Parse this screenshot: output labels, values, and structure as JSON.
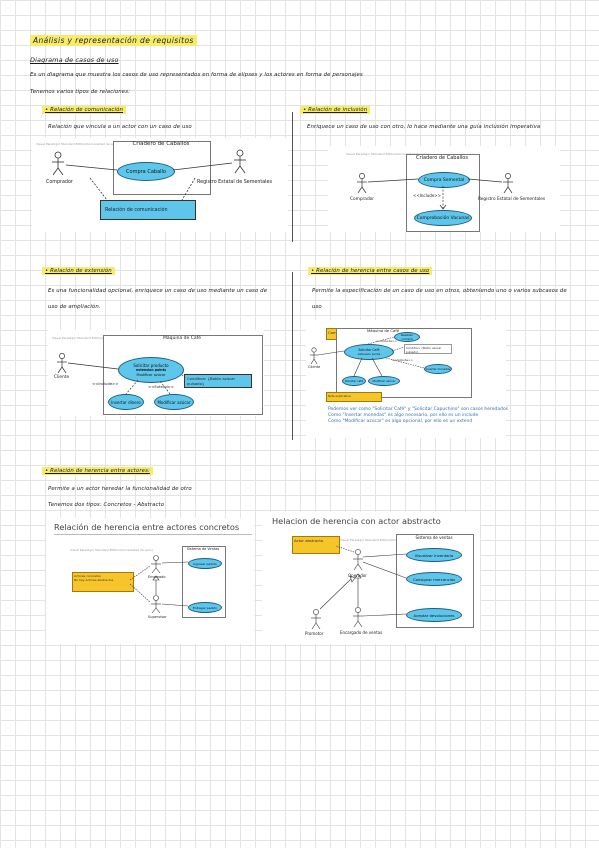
{
  "header": {
    "title": "Análisis y representación de requisitos",
    "subtitle": "Diagrama de casos de uso",
    "intro": "Es un diagrama que muestra los casos de uso representados en forma de elipses y los actores en forma de personajes",
    "relations_intro": "Tenemos varios tipos de relaciones:"
  },
  "sections": {
    "comunicacion": {
      "heading": "• Relación de comunicación",
      "text": "Relación que vincula a un actor con un caso de uso"
    },
    "inclusion": {
      "heading": "• Relación de inclusión",
      "text": "Enriquece un caso de uso con otro, lo hace mediante una guía inclusión imperativa"
    },
    "extension": {
      "heading": "• Relación de extensión",
      "text1": "Es una funcionalidad opcional, enriquece un caso de uso mediante un caso de",
      "text2": "uso de ampliación."
    },
    "herencia_casos": {
      "heading": "• Relación de herencia entre casos de uso",
      "text1": "Permite la especificación de un caso de uso en otros, obteniendo uno o varios subcasos de",
      "text2": "uso"
    },
    "herencia_actores": {
      "heading": "• Relación de herencia entre actores:",
      "text1": "Permite a un actor heredar la funcionalidad de otro",
      "text2": "Tenemos dos tipos: Concretos - Abstracto"
    }
  },
  "diagram1": {
    "watermark": "Visual Paradigm Standard Edition(Universidad de León)",
    "system": "Criadero de Caballos",
    "usecase": "Compra Caballo",
    "actor_left": "Comprador",
    "actor_right": "Registro Estatal de Sementales",
    "note": "Relación de comunicación"
  },
  "diagram2": {
    "watermark": "Visual Paradigm Standard Edition(Universidad de León)",
    "system": "Criadero de Caballos",
    "usecase1": "Compra Semental",
    "stereotype": "<<Include>>",
    "usecase2": "Comprobación Vacunas",
    "actor_left": "Comprador",
    "actor_right": "Registro Estatal de Sementales"
  },
  "diagram3": {
    "watermark": "Visual Paradigm Standard Edition(Universidad de León)",
    "system": "Máquina de Café",
    "usecase_main": "Solicitar producto",
    "ext_points": "extension points",
    "ext_point": "Modificar azúcar",
    "stereotype1": "<<Include>>",
    "stereotype2": "<<Extend>>",
    "uc_left": "Insertar dinero",
    "uc_right": "Modificar azúcar",
    "note": "Condition: {Botón azúcar pulsado}",
    "actor": "Cliente"
  },
  "diagram4": {
    "note": "Comprobación",
    "system": "Máquina de Café",
    "uc_top": "Realizar compra",
    "stereotype1": "<<Include>>",
    "uc_center": "Solicitar Café",
    "ext_points": "extension points",
    "uc_right": "Condition: {Botón azúcar pulsado}",
    "stereotype2": "<<Include>>",
    "uc_r2": "Insertar monedas",
    "uc_b1": "Solicitar café",
    "uc_b2": "Modificar azúcar",
    "actor": "Cliente",
    "note2": "Nota explicativa",
    "caption1": "Podemos ver como \"Solicitar Café\" y \"Solicitar Capuchino\" son casos heredados",
    "caption2": "Como \"Insertar monedas\" es algo necesario, por ello es un include",
    "caption3": "Como \"Modificar azúcar\" es algo opcional, por ello es un extend"
  },
  "diagram5": {
    "title": "Relación de herencia entre actores concretos",
    "watermark": "Visual Paradigm Standard Edition(Universidad de León)",
    "system": "Sistema de Ventas",
    "uc1": "Ingresar pedido",
    "uc2": "Entregar pedido",
    "actor1": "Empleado",
    "actor2": "Supervisor",
    "note": "Actores concretos\nNo hay actores abstractos"
  },
  "diagram6": {
    "title": "Helacion de herencia con actor abstracto",
    "note": "Actor abstracto",
    "watermark": "Visual Paradigm Standard Edition(Universidad de León)",
    "system": "Sistema de ventas",
    "uc1": "Visualizar Inventario",
    "uc2": "Consignar mercancías",
    "uc3": "Aceptar devoluciones",
    "actor_main": "Operador",
    "actor_left": "Promotor",
    "actor_right": "Encargado de ventas"
  },
  "colors": {
    "usecase": "#5ec6ea",
    "highlight": "#f6ec6a",
    "note_yellow": "#f6c52a"
  }
}
